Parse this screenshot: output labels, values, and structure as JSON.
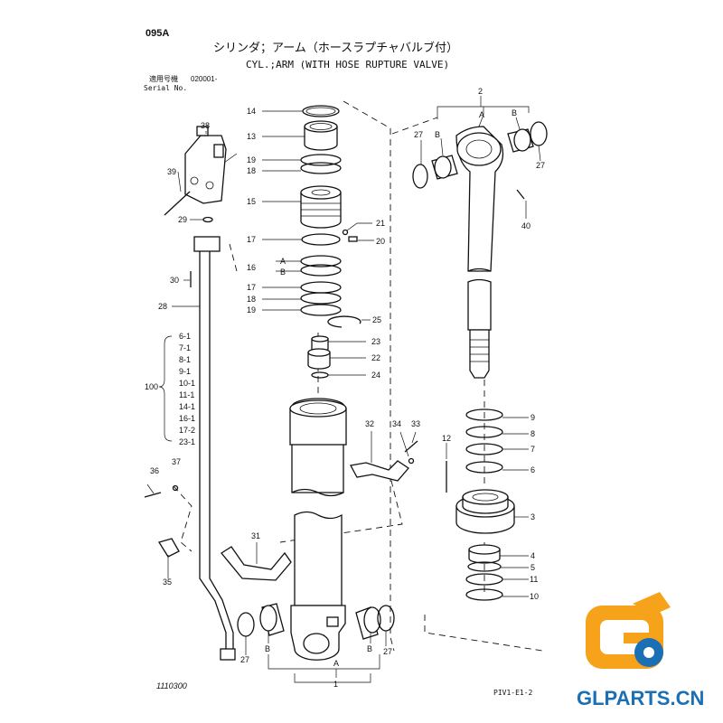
{
  "header": {
    "code": "095A",
    "title_jp": "シリンダ；アーム（ホースラプチャバルブ付）",
    "title_en": "CYL.;ARM (WITH HOSE RUPTURE VALVE)",
    "serial_label_jp": "適用号機",
    "serial_value": "020001-",
    "serial_label_en": "Serial No."
  },
  "footer": {
    "left_code": "1110300",
    "right_code": "PIV1-E1-2"
  },
  "logo": {
    "text": "GLPARTS.CN",
    "primary_color": "#f7a21b",
    "secondary_color": "#1a6fb5"
  },
  "callouts": {
    "c14": "14",
    "c13": "13",
    "c19a": "19",
    "c18a": "18",
    "c15": "15",
    "c21": "21",
    "c20": "20",
    "c17a": "17",
    "c16": "16",
    "c16a": "A",
    "c16b": "B",
    "c17b": "17",
    "c18b": "18",
    "c19b": "19",
    "c25": "25",
    "c23": "23",
    "c22": "22",
    "c24": "24",
    "c38": "38",
    "c39": "39",
    "c29": "29",
    "c30": "30",
    "c28": "28",
    "c100": "100",
    "c36": "36",
    "c37": "37",
    "c35": "35",
    "c31": "31",
    "c32": "32",
    "c34": "34",
    "c33": "33",
    "c2": "2",
    "c2a": "A",
    "c2b1": "B",
    "c2b2": "B",
    "c27a": "27",
    "c27b": "27",
    "c40": "40",
    "c9": "9",
    "c8": "8",
    "c7": "7",
    "c6": "6",
    "c12": "12",
    "c3": "3",
    "c4": "4",
    "c5": "5",
    "c11": "11",
    "c10": "10",
    "c27c": "27",
    "c27d": "27",
    "cB1": "B",
    "cB2": "B",
    "c1a": "A",
    "c1": "1"
  },
  "kit_list": [
    "6-1",
    "7-1",
    "8-1",
    "9-1",
    "10-1",
    "11-1",
    "14-1",
    "16-1",
    "17-2",
    "23-1"
  ]
}
